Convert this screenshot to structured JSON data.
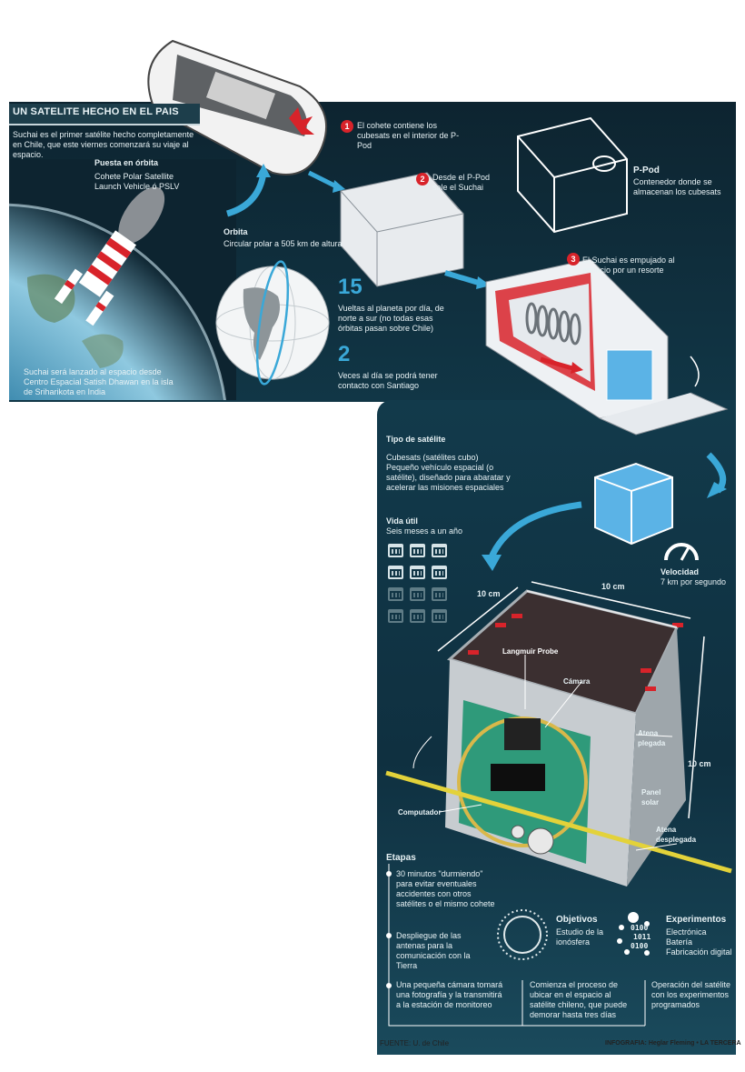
{
  "header": {
    "title": "UN SATELITE HECHO EN EL PAIS",
    "intro": "Suchai es el primer satélite hecho completamente en Chile, que este viernes comenzará su viaje al espacio."
  },
  "launch": {
    "heading": "Puesta en órbita",
    "line1": "Cohete Polar Satellite",
    "line2": "Launch Vehicle ó PSLV",
    "caption": "Suchai será lanzado al espacio desde Centro Espacial Satish Dhawan en la isla de Sriharikota en India"
  },
  "orbit": {
    "heading": "Orbita",
    "text": "Circular polar a 505 km de altura",
    "stat1_value": "15",
    "stat1_text": "Vueltas al planeta por día, de norte a sur (no todas esas órbitas pasan sobre Chile)",
    "stat2_value": "2",
    "stat2_text": "Veces al día se podrá tener contacto con Santiago"
  },
  "steps": [
    {
      "n": "1",
      "text": "El cohete contiene los cubesats en el interior de P-Pod"
    },
    {
      "n": "2",
      "text": "Desde el P-Pod sale el Suchai"
    },
    {
      "n": "3",
      "text": "El Suchai es empujado al espacio por un resorte"
    }
  ],
  "ppod": {
    "heading": "P-Pod",
    "text": "Contenedor donde se almacenan los cubesats"
  },
  "type": {
    "heading": "Tipo de satélite",
    "sub": "Cubesats (satélites cubo)",
    "text": "Pequeño vehículo espacial (o satélite), diseñado para abaratar y acelerar las misiones espaciales"
  },
  "life": {
    "heading": "Vida útil",
    "text": "Seis meses a un año",
    "months_total": 12,
    "months_min": 6
  },
  "speed": {
    "heading": "Velocidad",
    "text": "7 km por segundo"
  },
  "dimensions": {
    "d1": "10 cm",
    "d2": "10 cm",
    "d3": "10 cm"
  },
  "parts": {
    "probe": "Langmuir Probe",
    "camera": "Cámara",
    "antenna_folded": "Atena plegada",
    "panel": "Panel solar",
    "computer": "Computador",
    "antenna_deployed": "Atena desplegada"
  },
  "stages": {
    "heading": "Etapas",
    "s1": "30 minutos \"durmiendo\" para evitar eventuales accidentes con otros satélites o el mismo cohete",
    "s2": "Despliegue de las antenas para la comunicación con la Tierra",
    "s3": "Una pequeña cámara tomará una fotografía y la transmitirá a la estación de monitoreo",
    "s4": "Comienza el proceso de ubicar en el espacio al satélite chileno, que puede demorar hasta tres días",
    "s5": "Operación del satélite con los experimentos programados"
  },
  "objectives": {
    "heading": "Objetivos",
    "text": "Estudio de la ionósfera"
  },
  "experiments": {
    "heading": "Experimentos",
    "item1": "Electrónica",
    "item2": "Batería",
    "item3": "Fabricación digital",
    "binary1": "0100",
    "binary2": "1011",
    "binary3": "0100"
  },
  "footer": {
    "source": "FUENTE: U. de Chile",
    "credit": "INFOGRAFIA: Heglar Fleming • LA TERCERA"
  },
  "colors": {
    "accent_red": "#d8232a",
    "accent_blue": "#3aa8d8",
    "antenna_yellow": "#e3d23a"
  }
}
